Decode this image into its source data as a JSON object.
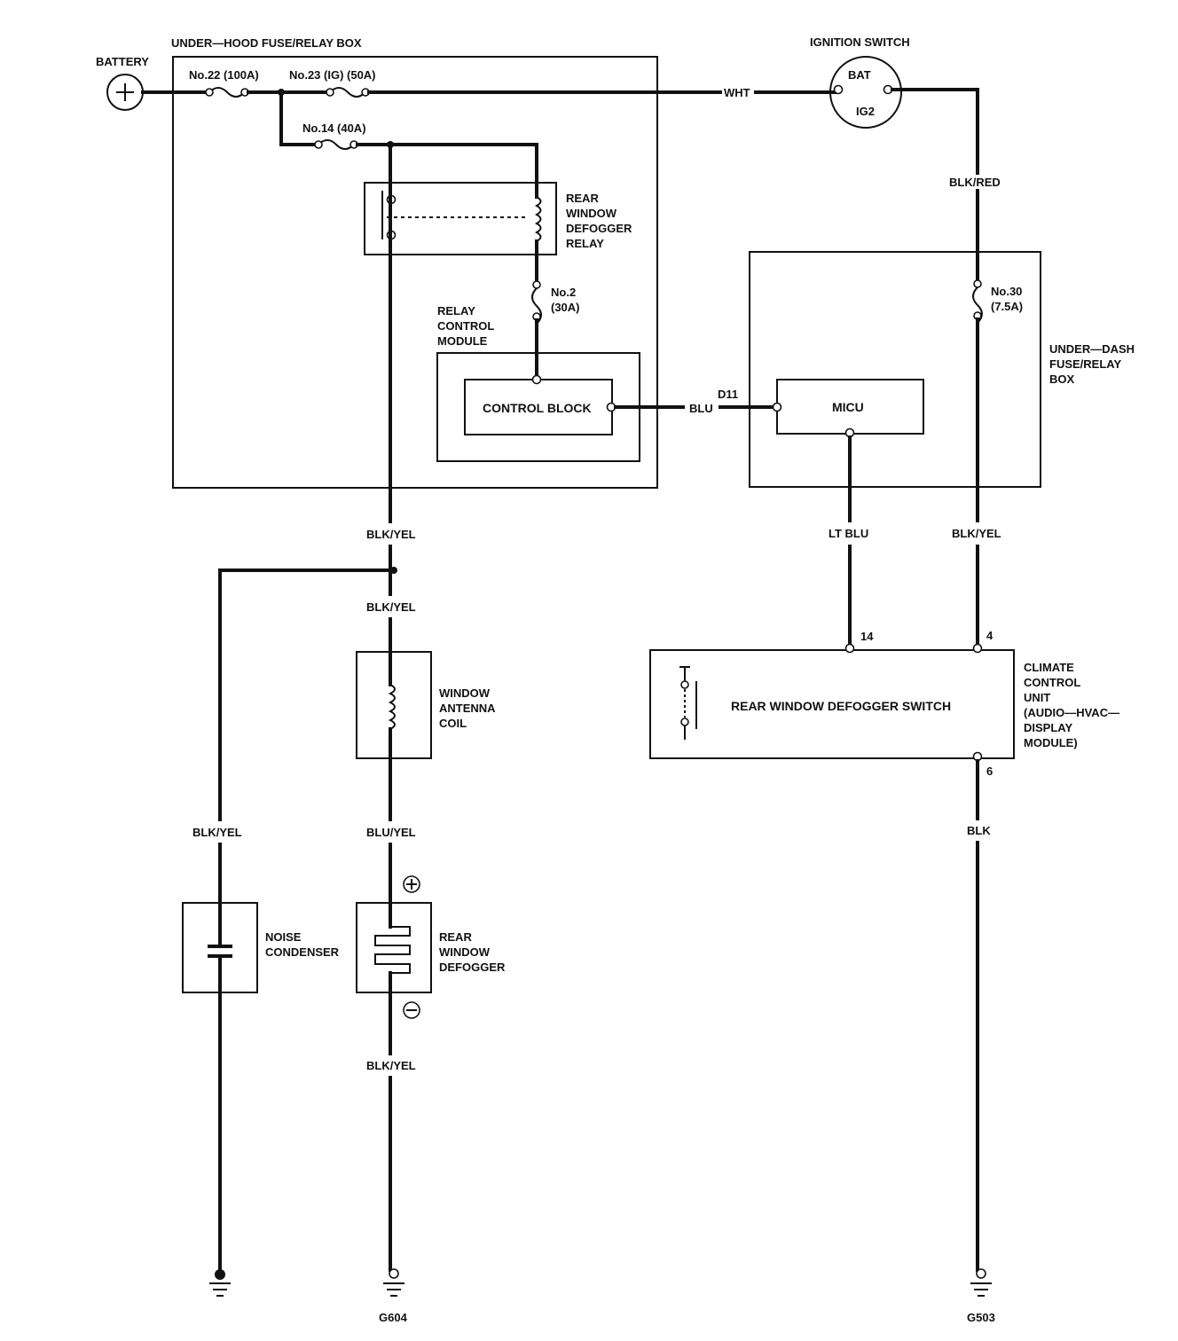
{
  "labels": {
    "battery": "BATTERY",
    "under_hood_box": "UNDER—HOOD FUSE/RELAY BOX",
    "fuse_22": "No.22 (100A)",
    "fuse_23": "No.23 (IG) (50A)",
    "fuse_14": "No.14 (40A)",
    "wire_wht": "WHT",
    "ignition_switch": "IGNITION SWITCH",
    "ign_bat": "BAT",
    "ign_ig2": "IG2",
    "wire_blk_red": "BLK/RED",
    "relay_lines": [
      "REAR",
      "WINDOW",
      "DEFOGGER",
      "RELAY"
    ],
    "fuse_2_lines": [
      "No.2",
      "(30A)"
    ],
    "relay_module_lines": [
      "RELAY",
      "CONTROL",
      "MODULE"
    ],
    "control_block": "CONTROL BLOCK",
    "wire_blu": "BLU",
    "conn_d11": "D11",
    "micu": "MICU",
    "fuse_30_lines": [
      "No.30",
      "(7.5A)"
    ],
    "under_dash_lines": [
      "UNDER—DASH",
      "FUSE/RELAY",
      "BOX"
    ],
    "wire_blk_yel_1": "BLK/YEL",
    "wire_blk_yel_2": "BLK/YEL",
    "wire_lt_blu": "LT BLU",
    "wire_blk_yel_3": "BLK/YEL",
    "pin_14": "14",
    "pin_4": "4",
    "climate_lines": [
      "CLIMATE",
      "CONTROL",
      "UNIT",
      "(AUDIO—HVAC—",
      "DISPLAY",
      "MODULE)"
    ],
    "defogger_switch": "REAR WINDOW DEFOGGER SWITCH",
    "pin_6": "6",
    "wire_blk": "BLK",
    "antenna_lines": [
      "WINDOW",
      "ANTENNA",
      "COIL"
    ],
    "wire_blk_yel_4": "BLK/YEL",
    "wire_blu_yel": "BLU/YEL",
    "condenser_lines": [
      "NOISE",
      "CONDENSER"
    ],
    "defogger_lines": [
      "REAR",
      "WINDOW",
      "DEFOGGER"
    ],
    "wire_blk_yel_5": "BLK/YEL",
    "ground_g604": "G604",
    "ground_g503": "G503"
  }
}
